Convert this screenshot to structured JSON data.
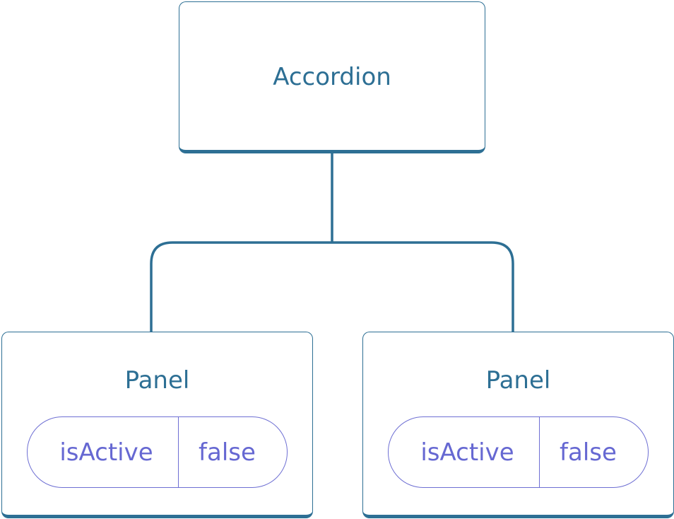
{
  "colors": {
    "node_border": "#2d6f94",
    "node_text": "#2d6f94",
    "state_border": "#6e6fd3",
    "state_text": "#6668d2"
  },
  "root": {
    "label": "Accordion"
  },
  "children": [
    {
      "label": "Panel",
      "state": {
        "key": "isActive",
        "value": "false"
      }
    },
    {
      "label": "Panel",
      "state": {
        "key": "isActive",
        "value": "false"
      }
    }
  ]
}
